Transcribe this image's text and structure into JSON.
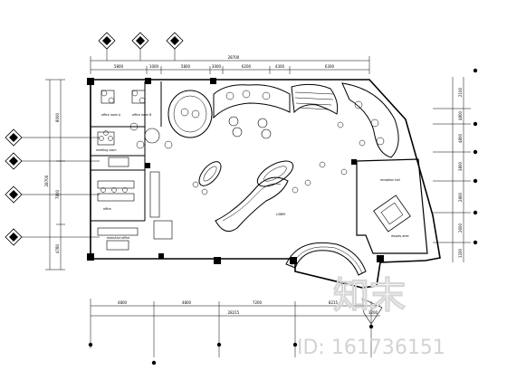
{
  "top_dimensions": {
    "overall": "28700",
    "segments": [
      "5800",
      "1000",
      "5800",
      "3000",
      "6200",
      "4300",
      "6300"
    ]
  },
  "bottom_dimensions": {
    "overall": "28215",
    "segments": [
      "4800",
      "4800",
      "7200",
      "8215",
      "3200"
    ]
  },
  "left_dimensions": {
    "overall": "28700",
    "segments": [
      "8000",
      "7800",
      "4780"
    ]
  },
  "right_dimensions": {
    "segments": [
      "2100",
      "4800",
      "4800",
      "3800",
      "2800",
      "2600",
      "1200"
    ]
  },
  "room_labels": {
    "office_a": "office room A",
    "office_b": "office room B",
    "meeting": "meeting room",
    "office": "office",
    "executive": "executive office",
    "lobby": "LOBBY",
    "reception": "reception hall",
    "display": "display area"
  },
  "watermark": {
    "logo_text": "知末",
    "id_text": "ID: 161736151"
  }
}
